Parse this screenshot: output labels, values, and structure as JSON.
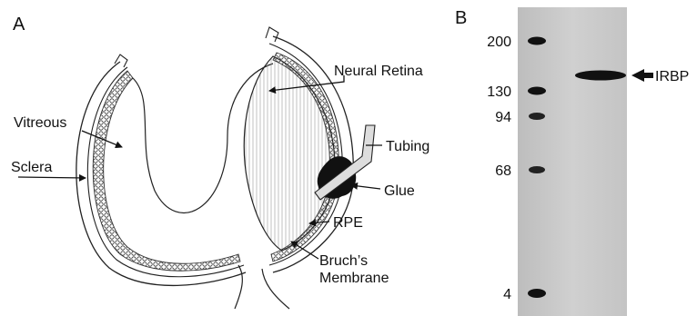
{
  "panel_a": {
    "letter": "A",
    "labels": {
      "neural_retina": "Neural Retina",
      "vitreous": "Vitreous",
      "tubing": "Tubing",
      "sclera": "Sclera",
      "glue": "Glue",
      "rpe": "RPE",
      "bruchs_line1": "Bruch’s",
      "bruchs_line2": "Membrane"
    }
  },
  "panel_b": {
    "letter": "B",
    "markers": [
      "200",
      "130",
      "94",
      "68",
      "4"
    ],
    "band_label": "IRBP"
  },
  "colors": {
    "gel_background": "#c9c9c9",
    "band": "#111111",
    "glue": "#111111"
  }
}
